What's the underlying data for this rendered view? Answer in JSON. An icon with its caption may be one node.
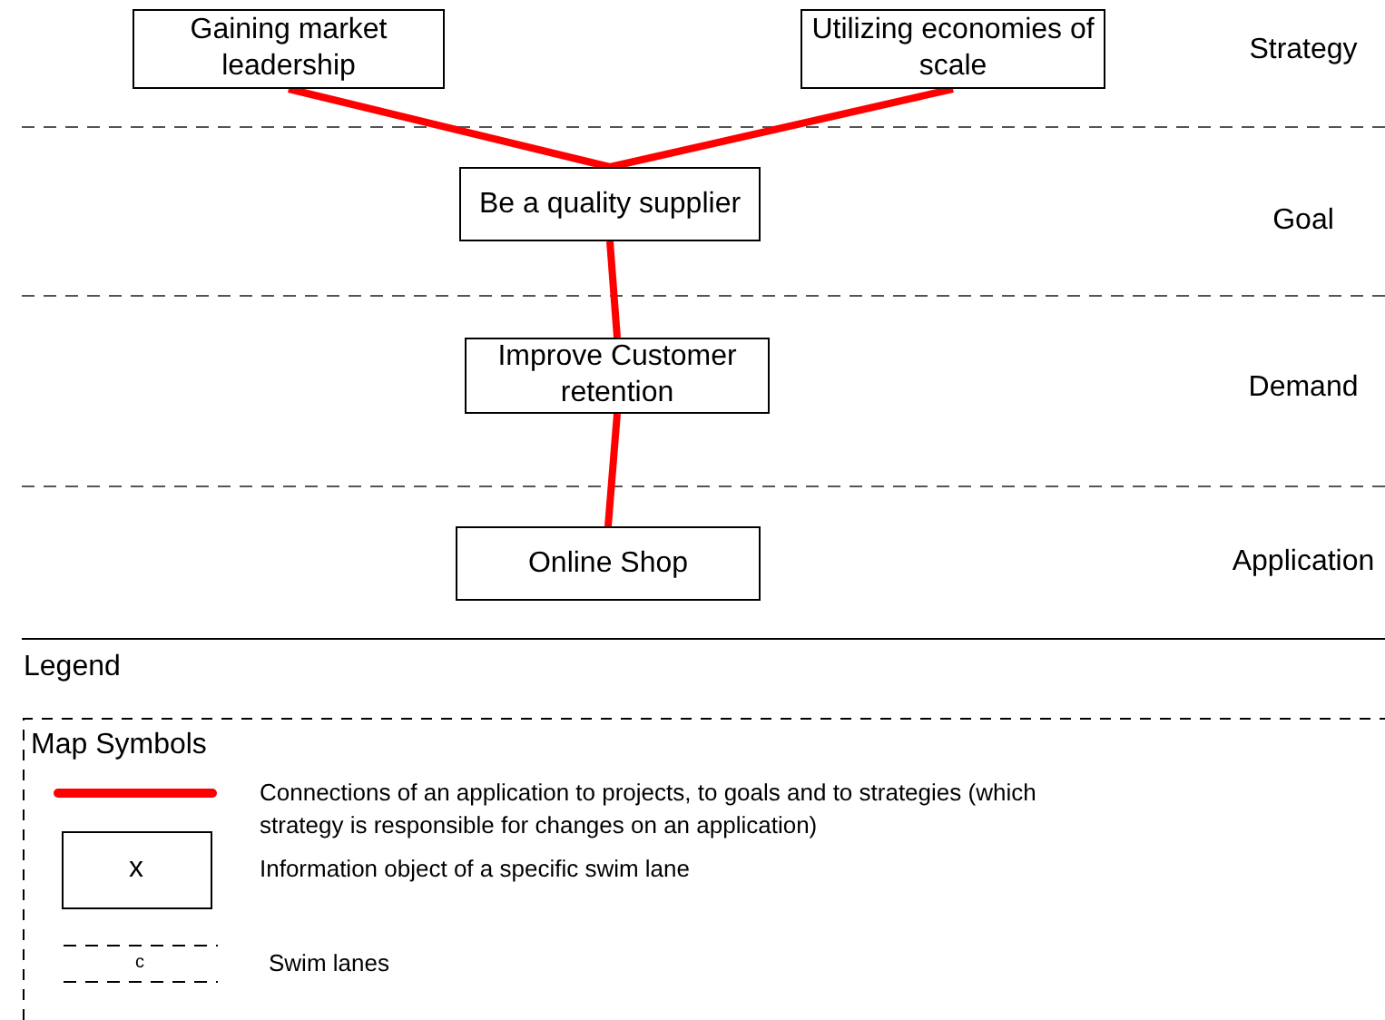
{
  "diagram": {
    "nodes": [
      {
        "text": [
          "Gaining market leadership"
        ]
      },
      {
        "text": [
          "Utilizing economies of scale"
        ]
      },
      {
        "text": [
          "Be a quality supplier"
        ]
      },
      {
        "text": [
          "Improve Customer retention"
        ]
      },
      {
        "text": [
          "Online Shop"
        ]
      }
    ],
    "edges": [
      {
        "from": 0,
        "to": 2,
        "arrow": "none"
      },
      {
        "from": 1,
        "to": 2,
        "arrow": "none"
      },
      {
        "from": 2,
        "to": 3,
        "arrow": "none"
      },
      {
        "from": 3,
        "to": 4,
        "arrow": "none"
      }
    ],
    "labels": [
      "Strategy",
      "Goal",
      "Demand",
      "Application",
      "Legend",
      "Map Symbols",
      "x",
      "c"
    ],
    "legend": [
      {
        "text": "Connections of an application to projects, to goals and to strategies (which strategy is responsible for changes on an application)"
      },
      {
        "text": "Information object of a specific swim lane"
      },
      {
        "text": "Swim lanes"
      }
    ]
  }
}
